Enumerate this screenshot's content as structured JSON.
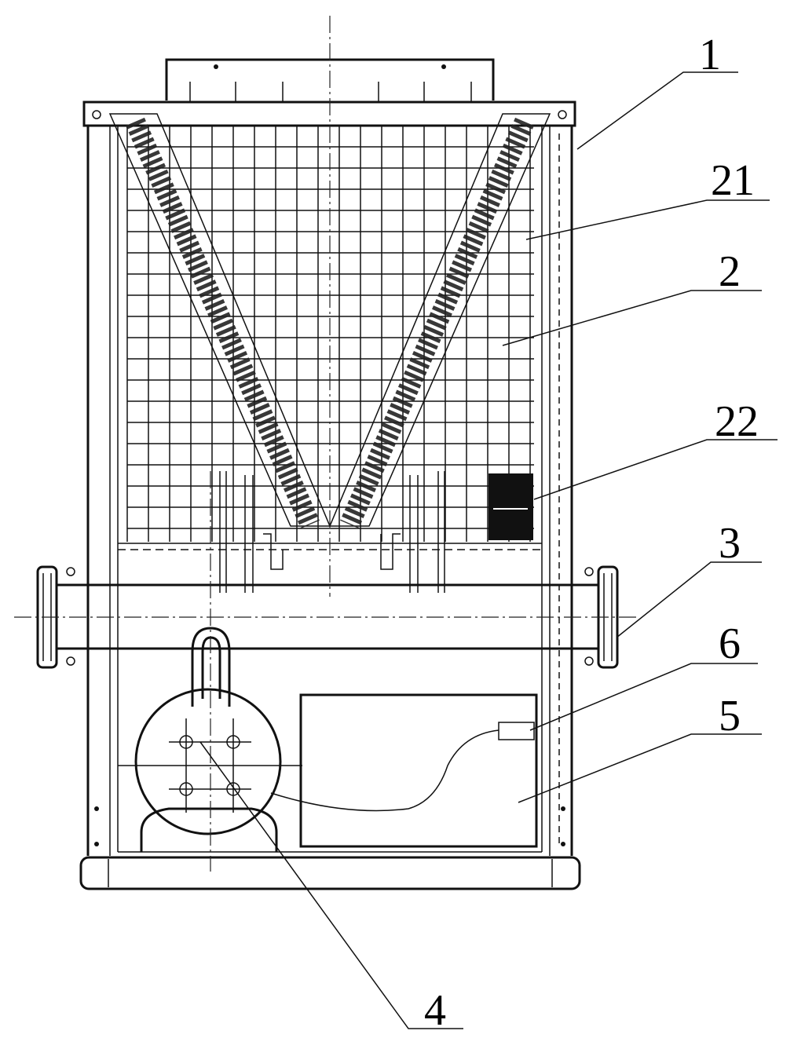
{
  "labels": {
    "l1": "1",
    "l21": "21",
    "l2": "2",
    "l22": "22",
    "l3": "3",
    "l6": "6",
    "l5": "5",
    "l4": "4"
  },
  "colors": {
    "ink": "#111111",
    "paper": "#ffffff"
  }
}
